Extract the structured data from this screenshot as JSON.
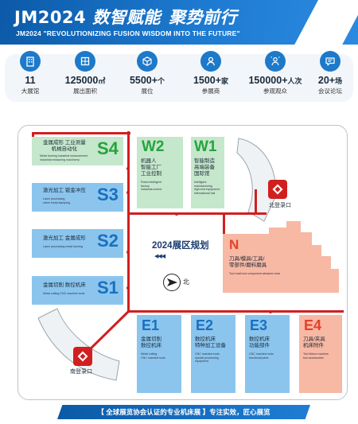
{
  "header": {
    "brand_code": "JM2024",
    "brand_title_1": "数智赋能",
    "brand_title_2": "聚势前行",
    "slogan": "JM2024 \"REVOLUTIONIZING FUSION WISDOM INTO THE FUTURE\""
  },
  "stats": [
    {
      "icon": "building-icon",
      "value": "11",
      "unit": "",
      "label": "大展馆"
    },
    {
      "icon": "area-icon",
      "value": "125000",
      "unit": "㎡",
      "label": "展出面积"
    },
    {
      "icon": "cube-icon",
      "value": "5500+",
      "unit": "个",
      "label": "展位"
    },
    {
      "icon": "person-icon",
      "value": "1500+",
      "unit": "家",
      "label": "参展商"
    },
    {
      "icon": "users-icon",
      "value": "150000+",
      "unit": "人次",
      "label": "参观观众"
    },
    {
      "icon": "chat-icon",
      "value": "20+",
      "unit": "场",
      "label": "会议论坛"
    }
  ],
  "map": {
    "title": "2024展区规划",
    "north": "北",
    "north_entrance": "北登录口",
    "south_entrance": "南登录口",
    "halls": {
      "S4": {
        "code": "S4",
        "zh": "金属成形  工业测量\n机械自动化",
        "en": "Metal forming industrial measurement\nindustrial measuring machinery"
      },
      "S3": {
        "code": "S3",
        "zh": "激光加工  钣金冲压",
        "en": "Laser processing\nsheet metal stamping"
      },
      "S2": {
        "code": "S2",
        "zh": "激光加工  金属成形",
        "en": "Laser processing metal forming"
      },
      "S1": {
        "code": "S1",
        "zh": "金属切削  数控机床",
        "en": "Metal cutting CNC machine tools"
      },
      "W2": {
        "code": "W2",
        "zh": "机器人\n智能工厂\n工业控制",
        "en": "Robot intelligent\nfactory\nindustrial control"
      },
      "W1": {
        "code": "W1",
        "zh": "智能制造\n高端装备\n国际馆",
        "en": "Intelligent\nmanufacturing\nhigh-end equipment\ninternational hall"
      },
      "N": {
        "code": "N",
        "zh": "刀具/模具/工具/\n零部件/磨料磨具",
        "en": "Tool mold tool component abrasive tools"
      },
      "E1": {
        "code": "E1",
        "zh": "金属切削\n数控机床",
        "en": "Metal cutting\nCNC machine tools"
      },
      "E2": {
        "code": "E2",
        "zh": "数控机床\n特种加工设备",
        "en": "CNC machine tools\nspecial processing\nequipment"
      },
      "E3": {
        "code": "E3",
        "zh": "数控机床\n功能部件",
        "en": "CNC machine tools\nfunctional parts"
      },
      "E4": {
        "code": "E4",
        "zh": "刀具/夹具\n机床附件",
        "en": "Tool fixture machine\ntool accessories"
      }
    }
  },
  "footer": {
    "ribbon": "【 全球展览协会认证的专业机床展 】专注实效，匠心展览"
  },
  "colors": {
    "brand_blue": "#1d79c9",
    "route_red": "#d11f1f",
    "hall_green": "#c5e7cc",
    "hall_blue": "#8bc5ee",
    "hall_pink": "#f7b8a4"
  }
}
